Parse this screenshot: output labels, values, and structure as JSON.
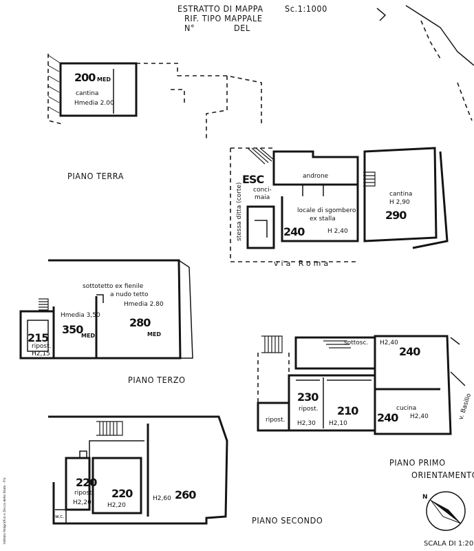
{
  "header": {
    "line1": "ESTRATTO DI MAPPA",
    "scale": "Sc.1:1000",
    "line2": "RIF. TIPO MAPPALE",
    "numero": "N°",
    "del": "DEL"
  },
  "floors": {
    "piano_terra": "PIANO TERRA",
    "piano_terzo": "PIANO TERZO",
    "piano_primo": "PIANO PRIMO",
    "piano_secondo": "PIANO SECONDO"
  },
  "rooms": {
    "pt_cantina_top": {
      "label": "cantina",
      "height": "Hmedia 2.00",
      "hand": "200",
      "hand_suffix": "MED"
    },
    "pt_androne": {
      "label": "androne"
    },
    "pt_locale": {
      "label": "locale di sgombero",
      "label2": "ex stalla",
      "height": "H 2,40",
      "hand": "240"
    },
    "pt_cantina_right": {
      "label": "cantina",
      "height": "H 2,90",
      "hand": "290"
    },
    "pt_concimaia": {
      "label": "conci-",
      "label2": "maia"
    },
    "pt_esc": {
      "hand": "ESC"
    },
    "pt_stessa_ditta": {
      "label": "stessa ditta (corte)"
    },
    "pt_via_roma": {
      "label": "via Roma"
    },
    "p3_sottotetto": {
      "label": "sottotetto ex fienile",
      "label2": "a nudo tetto",
      "height": "Hmedia 2.80",
      "hand": "280",
      "hand_suffix": "MED"
    },
    "p3_mid": {
      "height": "Hmedia 3,50",
      "hand": "350",
      "hand_suffix": "MED"
    },
    "p3_ripost": {
      "label": "ripost.",
      "height": "H2,15",
      "hand": "215"
    },
    "p1_sottosc": {
      "label": "sottosc."
    },
    "p1_room_240_top": {
      "height": "H2,40",
      "hand": "240"
    },
    "p1_ripost_left": {
      "label": "ripost."
    },
    "p1_ripost_230": {
      "label": "ripost.",
      "height": "H2,30",
      "hand": "230"
    },
    "p1_room_210": {
      "height": "H2,10",
      "hand": "210"
    },
    "p1_cucina": {
      "label": "cucina",
      "height": "H2,40",
      "hand": "240"
    },
    "p1_v_basilio": {
      "label": "v. Basilio"
    },
    "p2_ripost": {
      "label": "ripost.",
      "height": "H2,20",
      "hand": "220"
    },
    "p2_room_220": {
      "height": "H2,20",
      "hand": "220"
    },
    "p2_room_260": {
      "height": "H2,60",
      "hand": "260"
    },
    "p2_wc": {
      "label": "w.c."
    }
  },
  "orientation": {
    "label": "ORIENTAMENTO",
    "north": "N"
  },
  "scale_footer": {
    "label": "SCALA DI 1:20"
  },
  "margin_print": {
    "label": "Istituto Poligrafico e Zecca dello Stato - P.V."
  }
}
